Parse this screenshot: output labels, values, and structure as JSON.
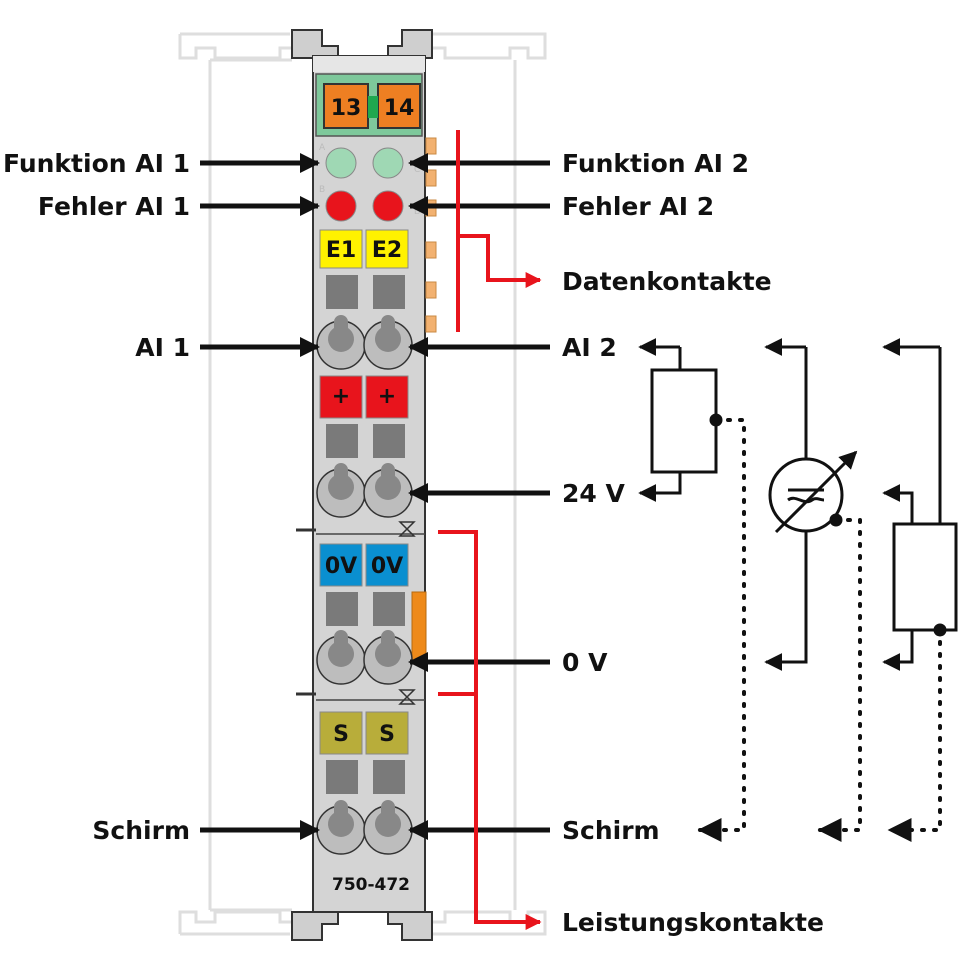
{
  "diagram": {
    "module": {
      "model": "750-472",
      "connector_left": "13",
      "connector_right": "14",
      "led_letters": [
        "A",
        "B",
        "C",
        "D"
      ],
      "row1": [
        "E1",
        "E2"
      ],
      "row2": [
        "+",
        "+"
      ],
      "row3": [
        "0V",
        "0V"
      ],
      "row4": [
        "S",
        "S"
      ]
    },
    "left_labels": {
      "func1": "Funktion AI 1",
      "err1": "Fehler AI 1",
      "ai1": "AI 1",
      "shield": "Schirm"
    },
    "right_labels": {
      "func2": "Funktion AI 2",
      "err2": "Fehler AI 2",
      "data_contacts": "Datenkontakte",
      "ai2": "AI 2",
      "v24": "24 V",
      "v0": "0 V",
      "shield": "Schirm",
      "power_contacts": "Leistungskontakte"
    },
    "colors": {
      "module_body": "#d4d4d4",
      "connector_green": "#7ec89b",
      "connector_orange": "#ee7f22",
      "led_green": "#9fd8b4",
      "led_red": "#e8141c",
      "tag_yellow": "#fff200",
      "tag_red": "#e8141c",
      "tag_blue": "#0a8fd0",
      "tag_olive": "#b8ad3a",
      "arrow_red": "#e8141c",
      "arrow_black": "#111111"
    }
  }
}
